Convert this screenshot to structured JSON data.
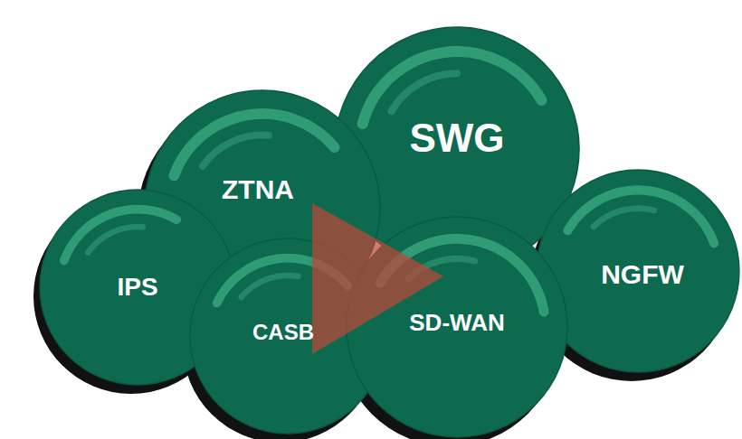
{
  "diagram": {
    "nodes": [
      {
        "text": [
          "SWG"
        ]
      },
      {
        "text": [
          "ZTNA"
        ]
      },
      {
        "text": [
          "IPS"
        ]
      },
      {
        "text": [
          "NGFW"
        ]
      },
      {
        "text": [
          "CASB"
        ]
      },
      {
        "text": [
          "SD-WAN"
        ]
      }
    ]
  }
}
